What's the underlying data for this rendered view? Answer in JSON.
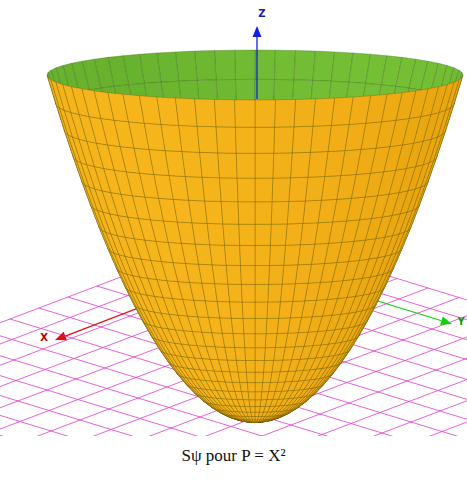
{
  "diagram": {
    "caption": "Sψ pour P = X²",
    "labels": [
      "X",
      "Y",
      "Z"
    ]
  }
}
